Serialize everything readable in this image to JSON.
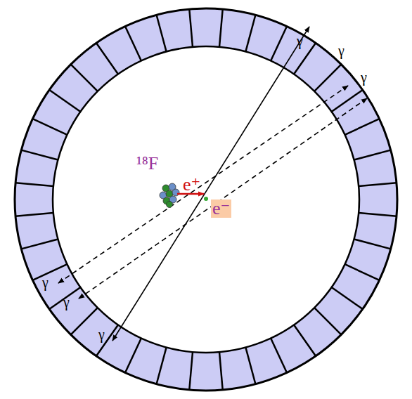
{
  "diagram": {
    "nodes": [
      {
        "text": [
          "¹⁸F",
          "e⁺",
          "e⁻"
        ]
      }
    ],
    "labels": [
      "γ",
      "γ",
      "γ",
      "γ",
      "γ",
      "γ"
    ]
  }
}
